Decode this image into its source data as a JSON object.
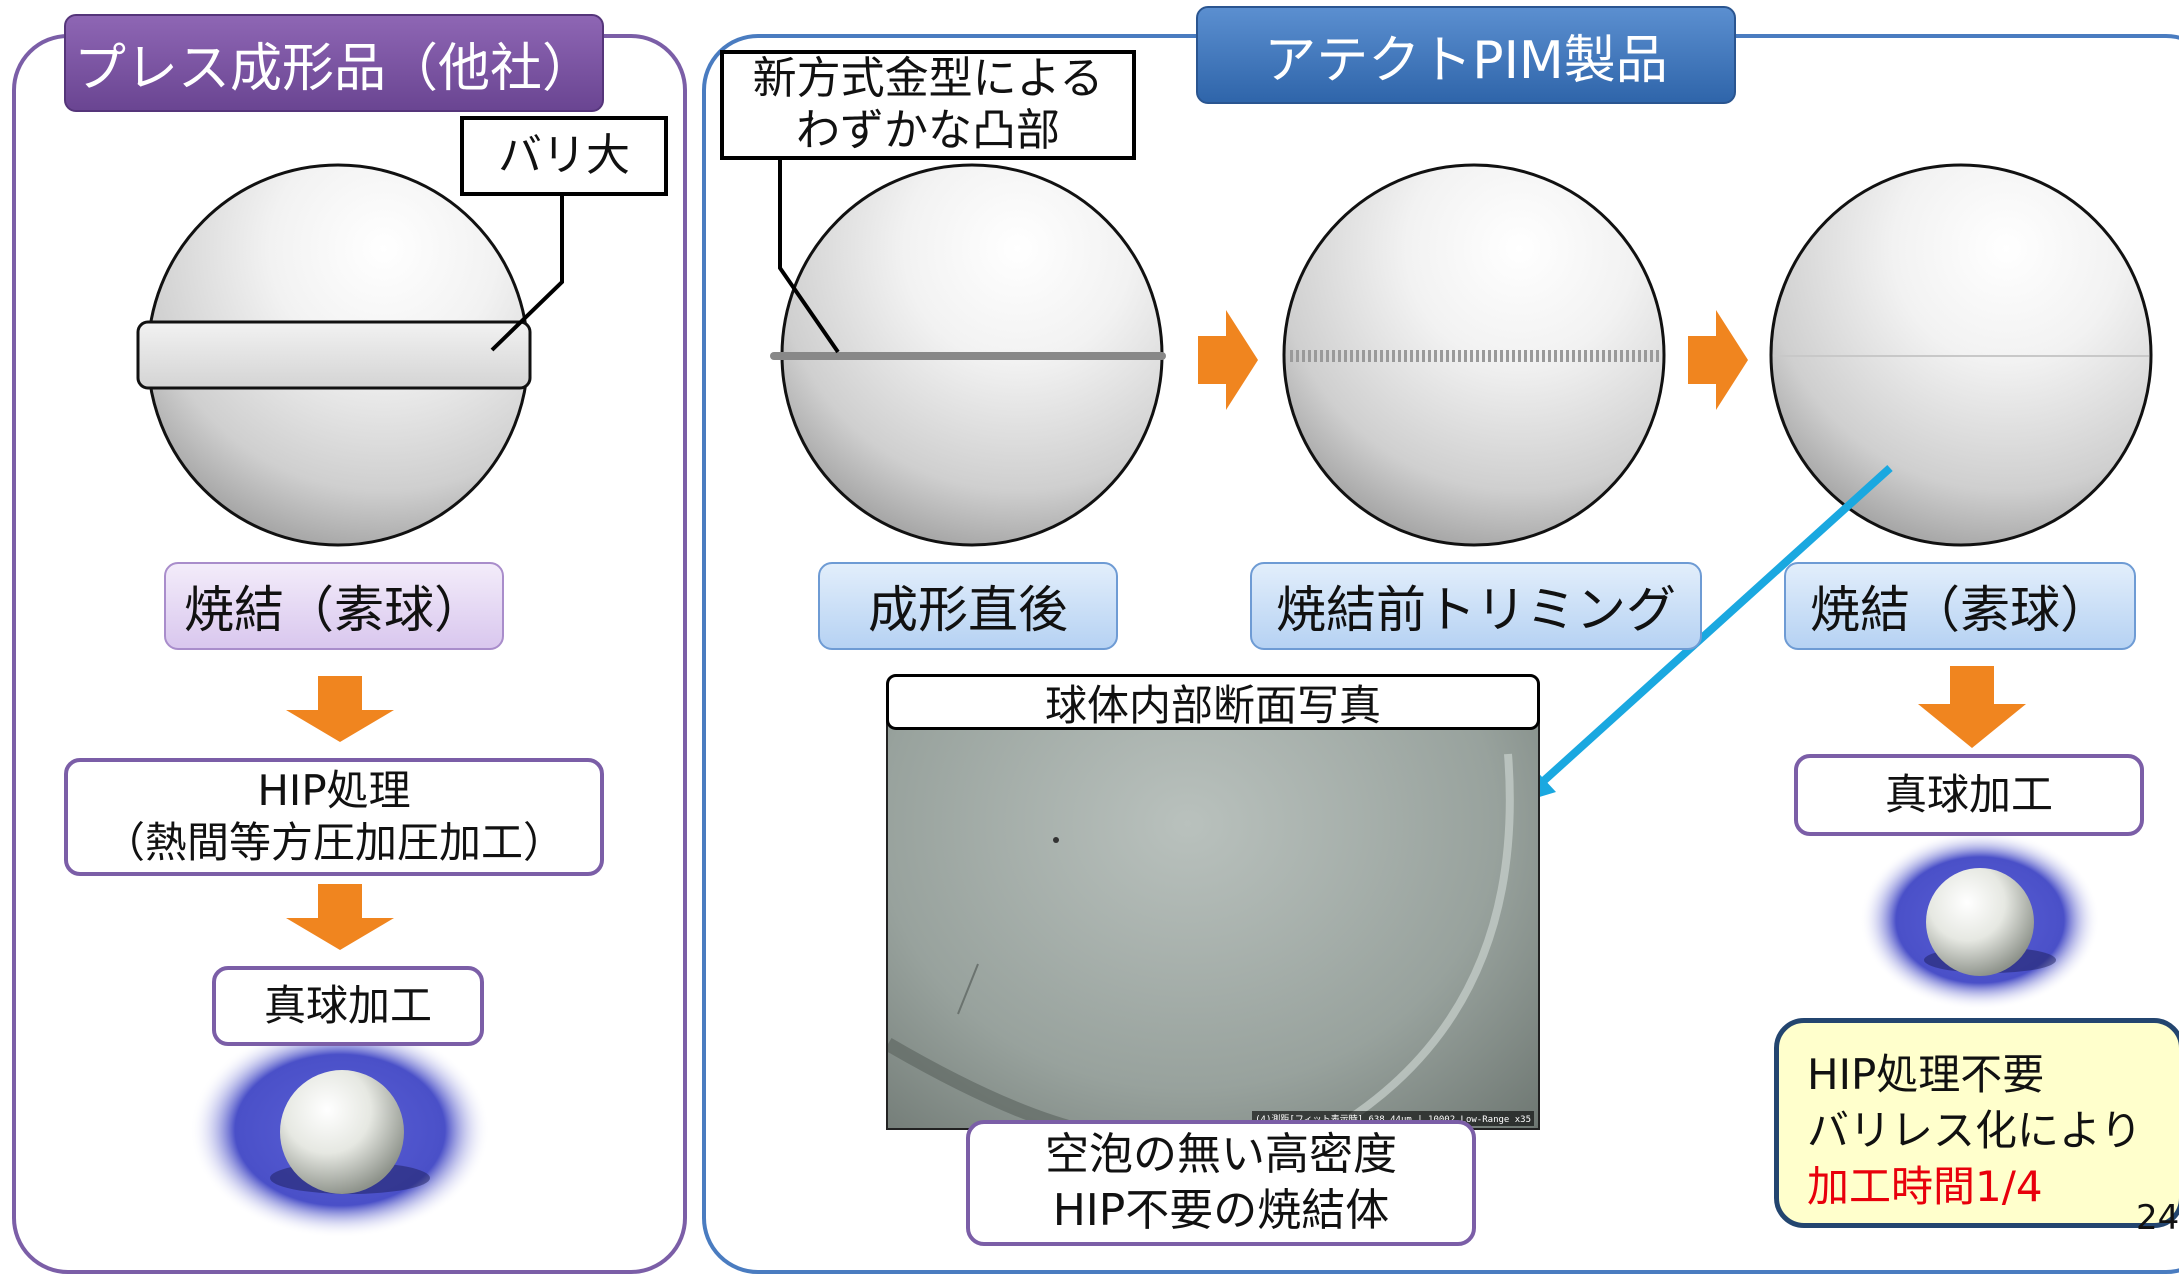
{
  "left_panel": {
    "title": "プレス成形品（他社）",
    "callout": "バリ大",
    "stage_label": "焼結（素球）",
    "step1_line1": "HIP処理",
    "step1_line2": "（熱間等方圧加圧加工）",
    "step2": "真球加工"
  },
  "right_panel": {
    "title": "アテクトPIM製品",
    "callout_line1": "新方式金型による",
    "callout_line2": "わずかな凸部",
    "stages": [
      "成形直後",
      "焼結前トリミング",
      "焼結（素球）"
    ],
    "step": "真球加工",
    "photo_title": "球体内部断面写真",
    "photo_scale_text": "(4)測距[フィット表示時] 638.44μm | 10002 Low-Range x35",
    "caption_line1": "空泡の無い高密度",
    "caption_line2": "HIP不要の焼結体",
    "note_line1": "HIP処理不要",
    "note_line2": "バリレス化により",
    "note_line3": "加工時間1/4"
  },
  "page_number": "24",
  "colors": {
    "purple": "#7b5ea7",
    "blue": "#4a7cc0",
    "arrow_orange": "#f0851f",
    "pointer_cyan": "#1aa8e0",
    "note_red": "#e8000b",
    "note_bg": "#ffffcc"
  }
}
